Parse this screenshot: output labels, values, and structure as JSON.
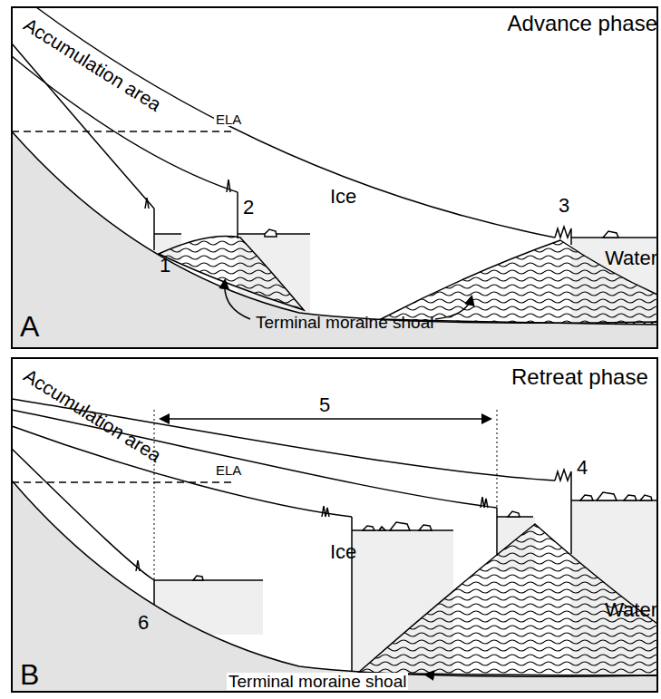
{
  "diagram": {
    "labels": [
      "Accumulation area",
      "Advance phase",
      "ELA",
      "Ice",
      "2",
      "1",
      "3",
      "Water",
      "Terminal moraine shoal",
      "A",
      "Accumulation area",
      "Retreat phase",
      "5",
      "ELA",
      "Ice",
      "4",
      "Water",
      "6",
      "Terminal moraine shoal",
      "B"
    ]
  }
}
